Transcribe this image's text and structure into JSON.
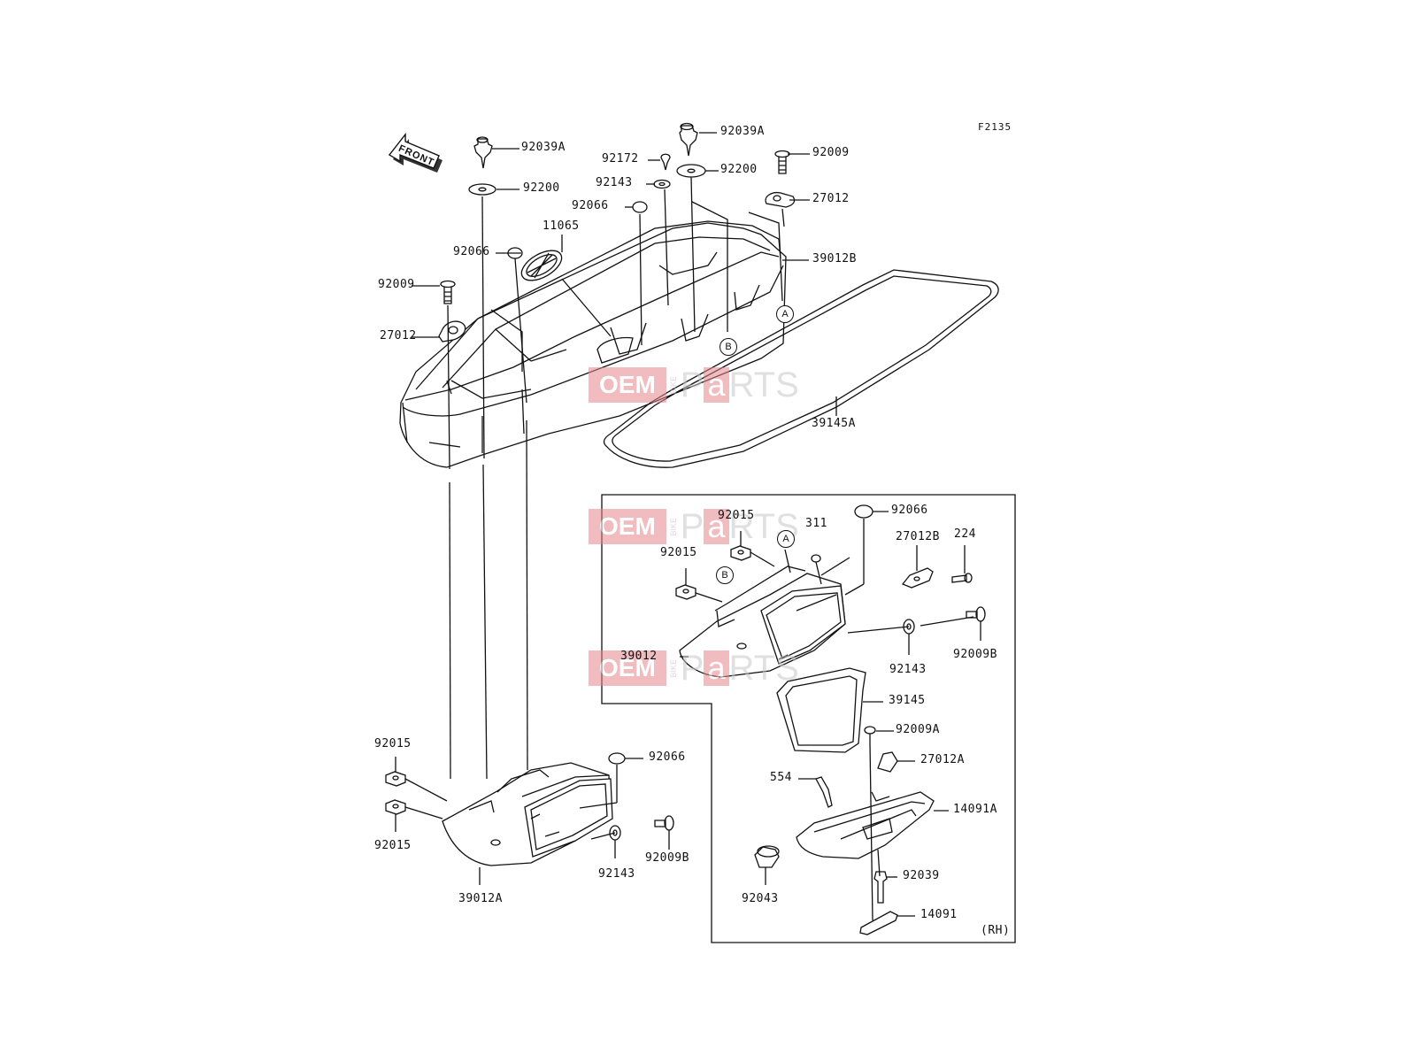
{
  "diagram": {
    "figure_code": "F2135",
    "front_label": "FRONT",
    "side_note": "(RH)",
    "callouts": {
      "a": "A",
      "b": "B"
    },
    "watermark": {
      "oem": "OEM",
      "bike": "BIKE",
      "pa": "P",
      "a": "a",
      "rts": "RTS"
    },
    "parts": [
      "92039A",
      "92039A",
      "92009",
      "92172",
      "92200",
      "92143",
      "92200",
      "27012",
      "92066",
      "11065",
      "39012B",
      "92066",
      "92009",
      "27012",
      "39145A",
      "92066",
      "92015",
      "311",
      "92015",
      "27012B",
      "224",
      "39012",
      "92009B",
      "92143",
      "39145",
      "92009A",
      "27012A",
      "554",
      "14091A",
      "92043",
      "92039",
      "14091",
      "92015",
      "92066",
      "92015",
      "92143",
      "92009B",
      "39012A"
    ]
  }
}
